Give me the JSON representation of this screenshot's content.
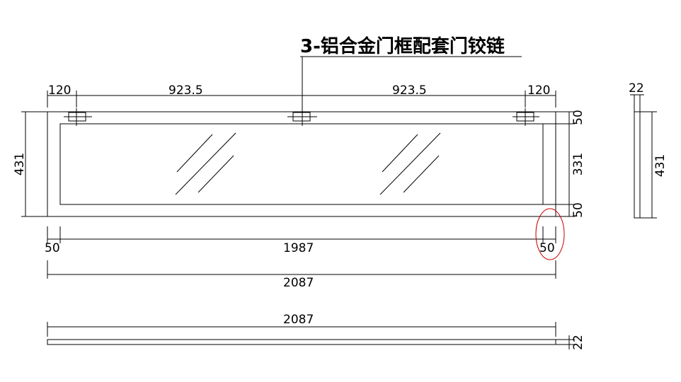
{
  "title": "3-铝合金门框配套门铰链",
  "dims": {
    "left_margin": "120",
    "span_left": "923.5",
    "span_right": "923.5",
    "right_margin": "120",
    "height_left": "431",
    "top_rail": "50",
    "glass_height": "331",
    "bottom_rail": "50",
    "left_stile": "50",
    "glass_width": "1987",
    "right_stile": "50",
    "overall_width": "2087",
    "side_thickness": "22",
    "side_height": "431",
    "bottom_width": "2087",
    "bottom_thickness": "22"
  },
  "colors": {
    "lines": "#000000",
    "annotation": "#cc0000"
  }
}
